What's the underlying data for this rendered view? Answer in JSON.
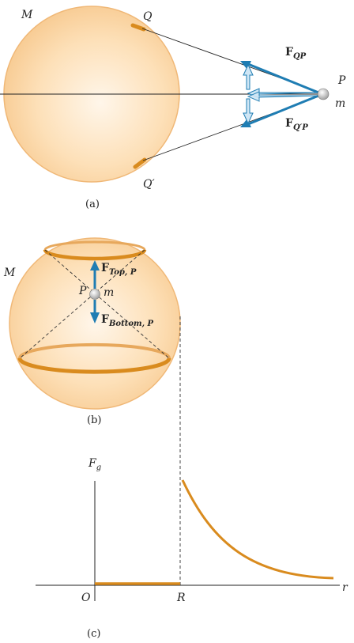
{
  "panel_a": {
    "mass_label": "M",
    "point_q": "Q",
    "point_q_prime": "Q′",
    "point_p": "P",
    "particle_mass": "m",
    "force_qp_main": "F",
    "force_qp_sub": "QP",
    "force_qpp_main": "F",
    "force_qpp_sub": "Q′P",
    "caption": "(a)"
  },
  "panel_b": {
    "mass_label": "M",
    "point_p": "P",
    "particle_mass": "m",
    "force_top_main": "F",
    "force_top_sub": "Top, P",
    "force_bottom_main": "F",
    "force_bottom_sub": "Bottom, P",
    "caption": "(b)"
  },
  "panel_c": {
    "y_axis_label": "F",
    "y_axis_sub": "g",
    "x_axis_label": "r",
    "origin_label": "O",
    "radius_label": "R",
    "caption": "(c)"
  },
  "colors": {
    "sphere_fill": "#fbd9ac",
    "sphere_edge": "#f0b877",
    "orange": "#d98b1e",
    "vector_blue": "#1f7db3",
    "arrow_light": "#cfe6f5"
  }
}
